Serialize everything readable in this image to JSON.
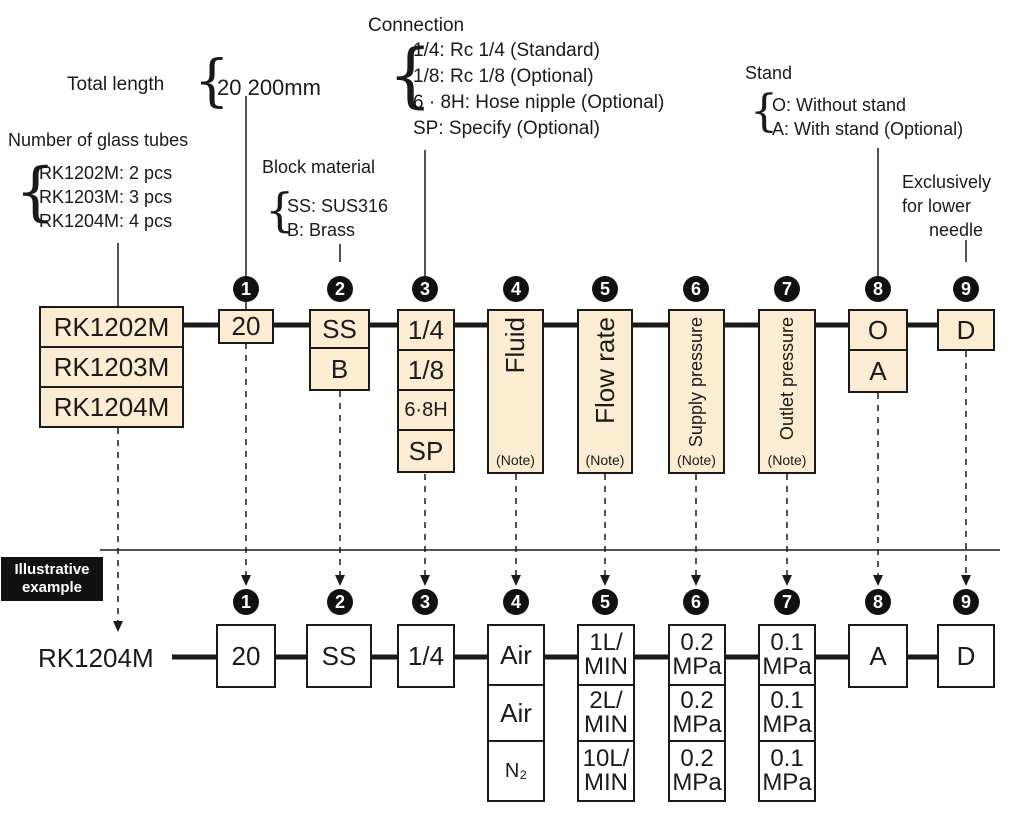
{
  "labels": {
    "total_length": "Total length",
    "total_length_value": "20 200mm",
    "connection": "Connection",
    "connection_options": [
      "1/4: Rc 1/4 (Standard)",
      "1/8: Rc 1/8 (Optional)",
      "6 · 8H: Hose nipple (Optional)",
      "SP: Specify (Optional)"
    ],
    "stand": "Stand",
    "stand_options": [
      "O: Without stand",
      "A: With stand (Optional)"
    ],
    "glass_tubes": "Number of glass tubes",
    "glass_tube_options": [
      "RK1202M: 2 pcs",
      "RK1203M: 3 pcs",
      "RK1204M: 4 pcs"
    ],
    "block_material": "Block material",
    "block_material_options": [
      "SS: SUS316",
      "B: Brass"
    ],
    "lower_needle": [
      "Exclusively",
      "for lower",
      "needle"
    ]
  },
  "badges": [
    "1",
    "2",
    "3",
    "4",
    "5",
    "6",
    "7",
    "8",
    "9"
  ],
  "code": {
    "models": [
      "RK1202M",
      "RK1203M",
      "RK1204M"
    ],
    "length": "20",
    "material": [
      "SS",
      "B"
    ],
    "connection": [
      "1/4",
      "1/8",
      "6·8H",
      "SP"
    ],
    "fluid": "Fluid",
    "flow_rate": "Flow rate",
    "supply_pressure": "Supply pressure",
    "outlet_pressure": "Outlet pressure",
    "note": "(Note)",
    "stand": [
      "O",
      "A"
    ],
    "needle": "D"
  },
  "example": {
    "tag": [
      "Illustrative",
      "example"
    ],
    "model": "RK1204M",
    "length": "20",
    "material": "SS",
    "connection": "1/4",
    "fluid": [
      "Air",
      "Air",
      "N₂"
    ],
    "flow": [
      [
        "1L/",
        "MIN"
      ],
      [
        "2L/",
        "MIN"
      ],
      [
        "10L/",
        "MIN"
      ]
    ],
    "supply": [
      [
        "0.2",
        "MPa"
      ],
      [
        "0.2",
        "MPa"
      ],
      [
        "0.2",
        "MPa"
      ]
    ],
    "outlet": [
      [
        "0.1",
        "MPa"
      ],
      [
        "0.1",
        "MPa"
      ],
      [
        "0.1",
        "MPa"
      ]
    ],
    "stand": "A",
    "needle": "D"
  }
}
